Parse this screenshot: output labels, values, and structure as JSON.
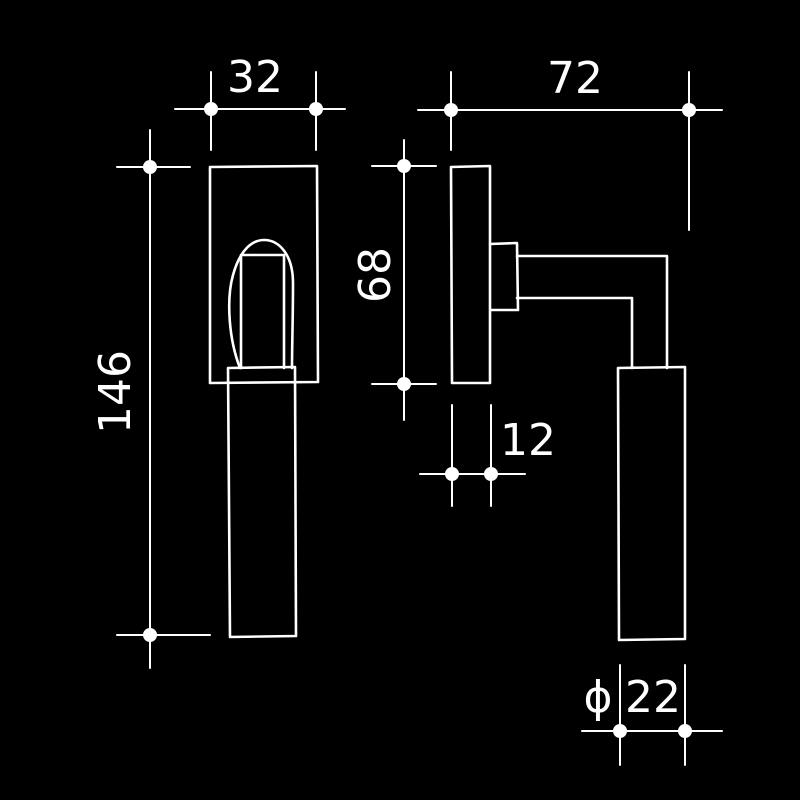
{
  "drawing": {
    "background_color": "#000000",
    "line_color": "#ffffff",
    "dimensions": {
      "width_rose": "32",
      "projection_lever": "72",
      "height_total": "146",
      "height_rose": "68",
      "rose_thickness": "12",
      "diameter_symbol": "ϕ",
      "diameter_grip": "22"
    }
  }
}
